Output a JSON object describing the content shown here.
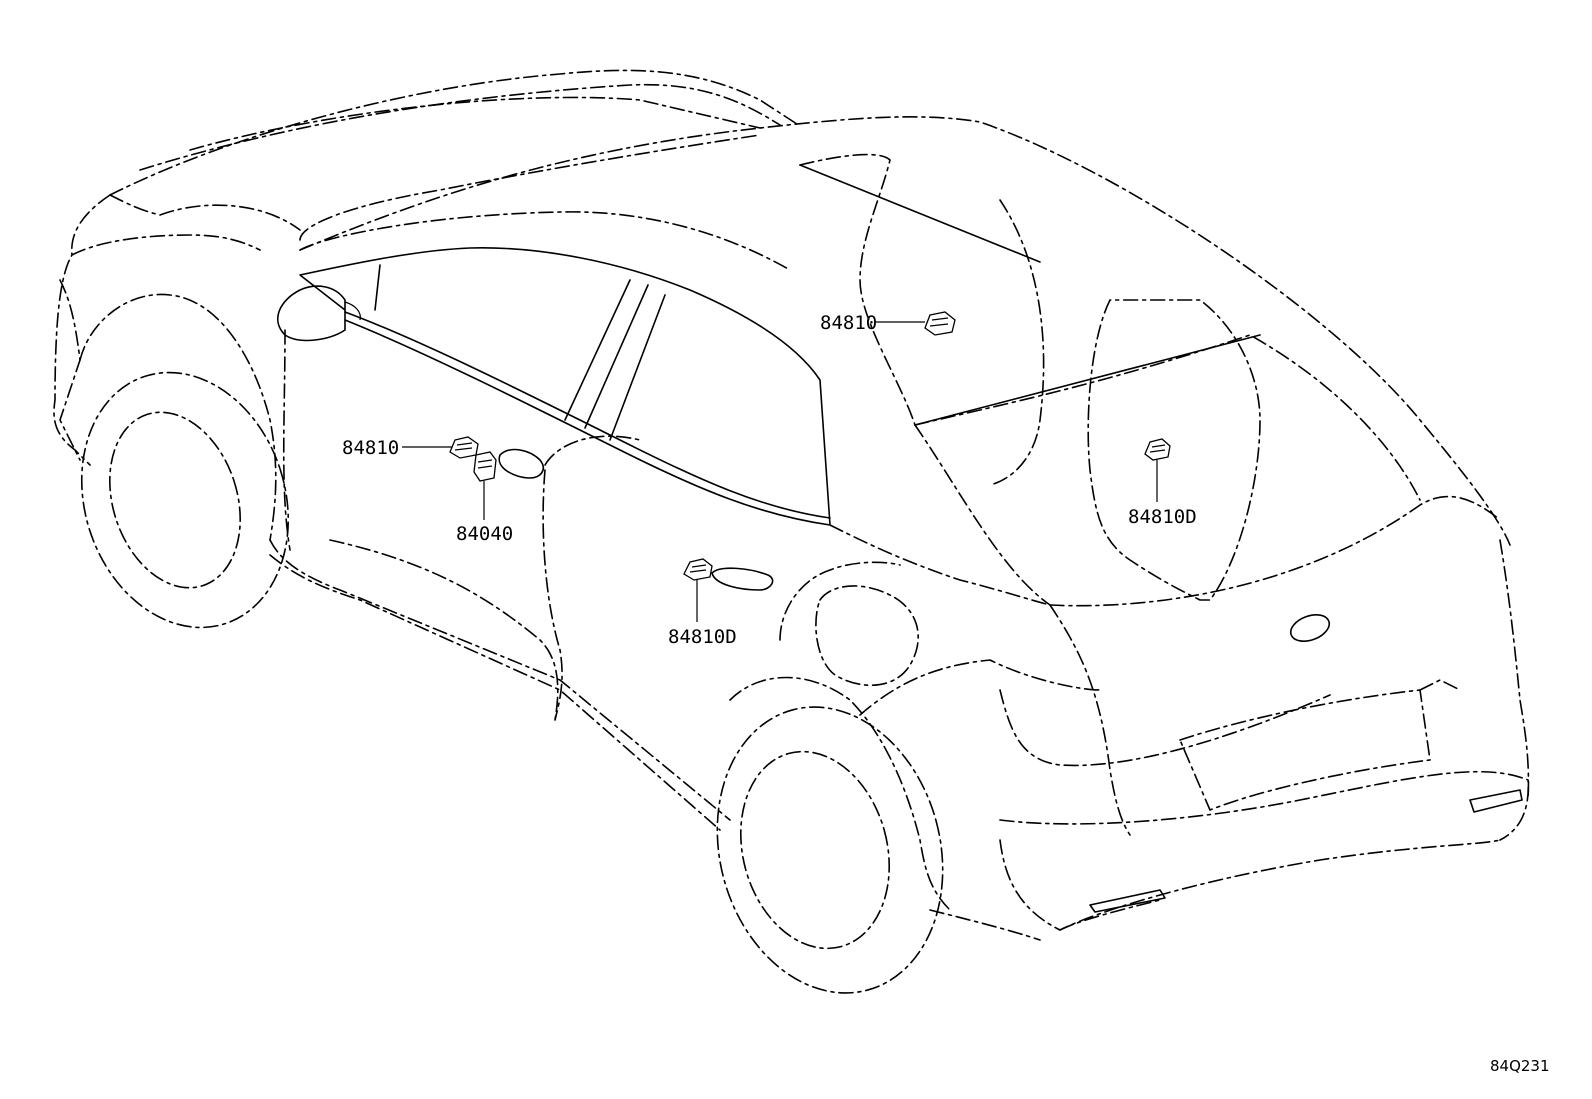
{
  "diagram": {
    "callouts": {
      "roof_switch": "84810",
      "front_door_switch": "84810",
      "front_door_module": "84040",
      "rear_door_switch": "84810D",
      "rear_window_switch": "84810D"
    },
    "diagram_id": "84Q231"
  }
}
